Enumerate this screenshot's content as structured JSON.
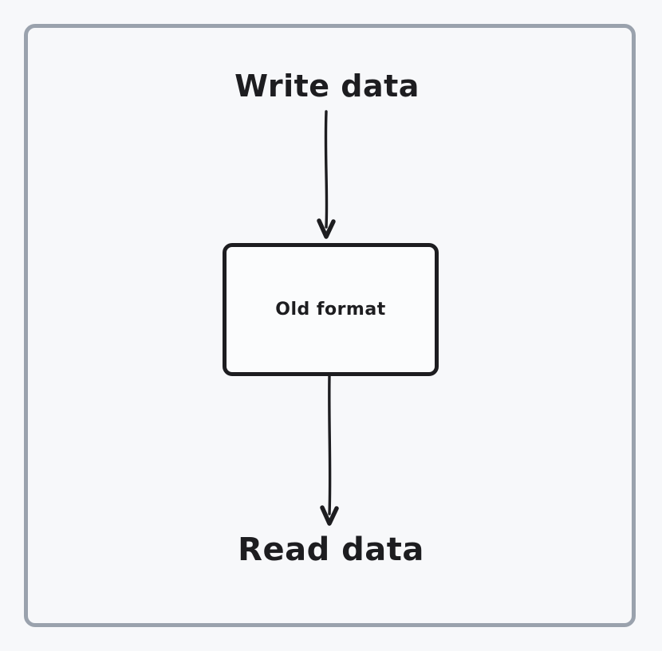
{
  "diagram": {
    "write_label": "Write data",
    "node_label": "Old format",
    "read_label": "Read data"
  },
  "icons": {
    "write_arrow": "arrow-down-icon",
    "read_arrow": "arrow-down-icon"
  },
  "colors": {
    "background": "#f7f8fa",
    "frame_border": "#9aa2ad",
    "stroke": "#1d1d20",
    "node_fill": "#fbfcfd"
  }
}
